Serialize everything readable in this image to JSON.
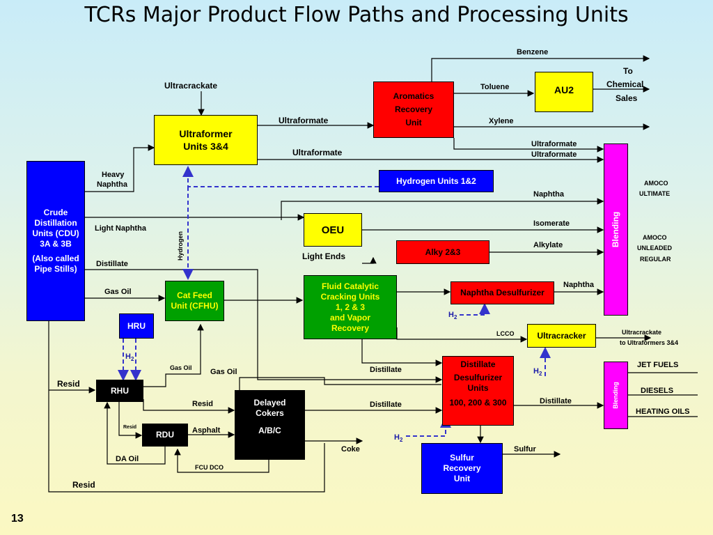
{
  "title": "TCRs Major Product Flow Paths and Processing Units",
  "page_number": "13",
  "units": {
    "cdu": [
      "Crude",
      "Distillation",
      "Units (CDU)",
      "3A & 3B",
      "(Also called",
      "Pipe Stills)"
    ],
    "ultraformer": [
      "Ultraformer",
      "Units 3&4"
    ],
    "aromatics": [
      "Aromatics",
      "Recovery",
      "Unit"
    ],
    "au2": "AU2",
    "hydrogen_units": "Hydrogen Units 1&2",
    "oeu": "OEU",
    "alky": "Alky 2&3",
    "fcc": [
      "Fluid Catalytic",
      "Cracking Units",
      "1, 2 & 3",
      "and Vapor",
      "Recovery"
    ],
    "naphtha_desulfurizer": "Naphtha Desulfurizer",
    "cat_feed": [
      "Cat Feed",
      "Unit (CFHU)"
    ],
    "hru": "HRU",
    "rhu": "RHU",
    "rdu": "RDU",
    "delayed_cokers": [
      "Delayed",
      "Cokers",
      "A/B/C"
    ],
    "ultracracker": "Ultracracker",
    "distillate_desulfurizer": [
      "Distillate",
      "Desulfurizer",
      "Units",
      "100, 200 & 300"
    ],
    "sulfur_recovery": [
      "Sulfur",
      "Recovery",
      "Unit"
    ],
    "blending_top": "Blending",
    "blending_bottom": "Blending"
  },
  "labels": {
    "benzene": "Benzene",
    "to_chemical_sales": [
      "To",
      "Chemical",
      "Sales"
    ],
    "ultracrackate": "Ultracrackate",
    "toluene": "Toluene",
    "ultraformate_1": "Ultraformate",
    "xylene": "Xylene",
    "ultraformate_2": "Ultraformate",
    "ultraformate_3": "Ultraformate",
    "ultraformate_4": "Ultraformate",
    "heavy_naphtha": [
      "Heavy",
      "Naphtha"
    ],
    "amoco_ultimate": [
      "AMOCO",
      "ULTIMATE"
    ],
    "naphtha_1": "Naphtha",
    "isomerate": "Isomerate",
    "light_naphtha": "Light Naphtha",
    "hydrogen": "Hydrogen",
    "alkylate": "Alkylate",
    "amoco_unleaded_regular": [
      "AMOCO",
      "UNLEADED",
      "REGULAR"
    ],
    "light_ends": "Light Ends",
    "distillate_1": "Distillate",
    "gas_oil_1": "Gas Oil",
    "naphtha_2": "Naphtha",
    "lcco": "LCCO",
    "ultracrackate_to": [
      "Ultracrackate",
      "to Ultraformers 3&4"
    ],
    "jet_fuels": "JET FUELS",
    "gas_oil_2": "Gas Oil",
    "gas_oil_3": "Gas Oil",
    "distillate_2": "Distillate",
    "resid_1": "Resid",
    "resid_2": "Resid",
    "resid_small": "Resid",
    "distillate_3": "Distillate",
    "distillate_4": "Distillate",
    "diesels": "DIESELS",
    "heating_oils": "HEATING OILS",
    "asphalt": "Asphalt",
    "coke": "Coke",
    "sulfur": "Sulfur",
    "da_oil": "DA Oil",
    "fcu_dco": "FCU DCO",
    "resid_3": "Resid",
    "h2": "H",
    "h2_sub": "2"
  },
  "colors": {
    "yellow": "#ffff00",
    "red": "#ff0000",
    "blue": "#0000ff",
    "green": "#00a000",
    "magenta": "#ff00ff",
    "black": "#000000",
    "dashed_blue": "#3333cc"
  }
}
